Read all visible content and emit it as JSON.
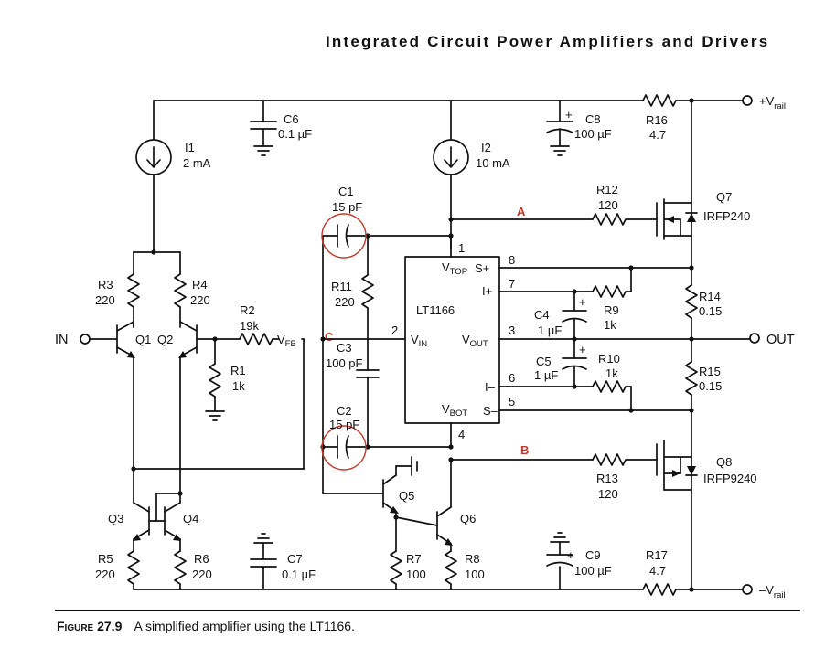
{
  "header": {
    "title": "Integrated Circuit Power Amplifiers and Drivers"
  },
  "caption": {
    "figure": "Figure 27.9",
    "text": "A simplified amplifier using the LT1166."
  },
  "ic": {
    "name": "LT1166",
    "vtop": "V",
    "vtop_sub": "TOP",
    "vbot": "V",
    "vbot_sub": "BOT",
    "vin": "V",
    "vin_sub": "IN",
    "vout": "V",
    "vout_sub": "OUT",
    "sp": "S+",
    "ip": "I+",
    "im": "I–",
    "sm": "S–",
    "pins": [
      "1",
      "2",
      "3",
      "4",
      "5",
      "6",
      "7",
      "8"
    ]
  },
  "terminals": {
    "vplus": "+V",
    "vplus_sub": "rail",
    "vminus": "–V",
    "vminus_sub": "rail",
    "in": "IN",
    "out": "OUT"
  },
  "nodes": {
    "a": "A",
    "b": "B",
    "c": "C",
    "vfb": "V",
    "vfb_sub": "FB"
  },
  "sources": {
    "i1": {
      "name": "I1",
      "value": "2 mA"
    },
    "i2": {
      "name": "I2",
      "value": "10 mA"
    }
  },
  "capacitors": {
    "c1": {
      "name": "C1",
      "value": "15 pF"
    },
    "c2": {
      "name": "C2",
      "value": "15 pF"
    },
    "c3": {
      "name": "C3",
      "value": "100 pF"
    },
    "c4": {
      "name": "C4",
      "value": "1 µF"
    },
    "c5": {
      "name": "C5",
      "value": "1 µF"
    },
    "c6": {
      "name": "C6",
      "value": "0.1 µF"
    },
    "c7": {
      "name": "C7",
      "value": "0.1 µF"
    },
    "c8": {
      "name": "C8",
      "value": "100 µF"
    },
    "c9": {
      "name": "C9",
      "value": "100 µF"
    },
    "plus": "+"
  },
  "resistors": {
    "r1": {
      "name": "R1",
      "value": "1k"
    },
    "r2": {
      "name": "R2",
      "value": "19k"
    },
    "r3": {
      "name": "R3",
      "value": "220"
    },
    "r4": {
      "name": "R4",
      "value": "220"
    },
    "r5": {
      "name": "R5",
      "value": "220"
    },
    "r6": {
      "name": "R6",
      "value": "220"
    },
    "r7": {
      "name": "R7",
      "value": "100"
    },
    "r8": {
      "name": "R8",
      "value": "100"
    },
    "r9": {
      "name": "R9",
      "value": "1k"
    },
    "r10": {
      "name": "R10",
      "value": "1k"
    },
    "r11": {
      "name": "R11",
      "value": "220"
    },
    "r12": {
      "name": "R12",
      "value": "120"
    },
    "r13": {
      "name": "R13",
      "value": "120"
    },
    "r14": {
      "name": "R14",
      "value": "0.15"
    },
    "r15": {
      "name": "R15",
      "value": "0.15"
    },
    "r16": {
      "name": "R16",
      "value": "4.7"
    },
    "r17": {
      "name": "R17",
      "value": "4.7"
    }
  },
  "transistors": {
    "q1": "Q1",
    "q2": "Q2",
    "q3": "Q3",
    "q4": "Q4",
    "q5": "Q5",
    "q6": "Q6",
    "q7": {
      "name": "Q7",
      "part": "IRFP240"
    },
    "q8": {
      "name": "Q8",
      "part": "IRFP9240"
    }
  }
}
